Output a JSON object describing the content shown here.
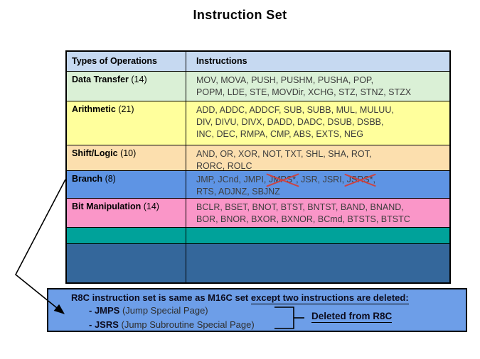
{
  "title": "Instruction Set",
  "colors": {
    "header_bg": "#c6d9f1",
    "green": "#daf0d6",
    "yellow": "#ffff9c",
    "peach": "#fcdfae",
    "branch_blue": "#5e94e4",
    "pink": "#fa96c8",
    "teal": "#00a29a",
    "dark_blue": "#34679b",
    "box_blue": "#6d9ee8",
    "crossout_red": "#cc4444"
  },
  "table": {
    "headers": [
      "Types of Operations",
      "Instructions"
    ],
    "rows": [
      {
        "type": "Data Transfer",
        "count": "(14)",
        "lines": [
          "MOV, MOVA, PUSH, PUSHM, PUSHA, POP,",
          "POPM, LDE, STE, MOVDir, XCHG, STZ, STNZ, STZX"
        ]
      },
      {
        "type": "Arithmetic",
        "count": "(21)",
        "lines": [
          "ADD, ADDC, ADDCF, SUB, SUBB, MUL, MULUU,",
          "DIV, DIVU, DIVX, DADD, DADC, DSUB, DSBB,",
          "INC, DEC, RMPA, CMP, ABS, EXTS, NEG"
        ]
      },
      {
        "type": "Shift/Logic",
        "count": "(10)",
        "lines": [
          "AND, OR, XOR, NOT, TXT, SHL, SHA, ROT,",
          "RORC, ROLC"
        ]
      },
      {
        "type": "Branch",
        "count": "(8)",
        "line1_segments": [
          "JMP, JCnd, JMPI, ",
          "JMPS*",
          ", JSR, JSRI, ",
          "JSRS*",
          ","
        ],
        "line2": "RTS, ADJNZ, SBJNZ"
      },
      {
        "type": "Bit Manipulation",
        "count": "(14)",
        "lines": [
          "BCLR, BSET, BNOT, BTST, BNTST, BAND, BNAND,",
          "BOR, BNOR, BXOR, BXNOR, BCmd, BTSTS, BTSTC"
        ]
      }
    ]
  },
  "note_box": {
    "heading_plain": "R8C instruction set is same as M16C set ",
    "heading_underlined": "except two instructions are deleted:",
    "items": [
      {
        "bold": "- JMPS",
        "rest": " (Jump Special Page)"
      },
      {
        "bold": "- JSRS",
        "rest": " (Jump Subroutine Special Page)"
      }
    ],
    "callout": "Deleted from R8C"
  }
}
